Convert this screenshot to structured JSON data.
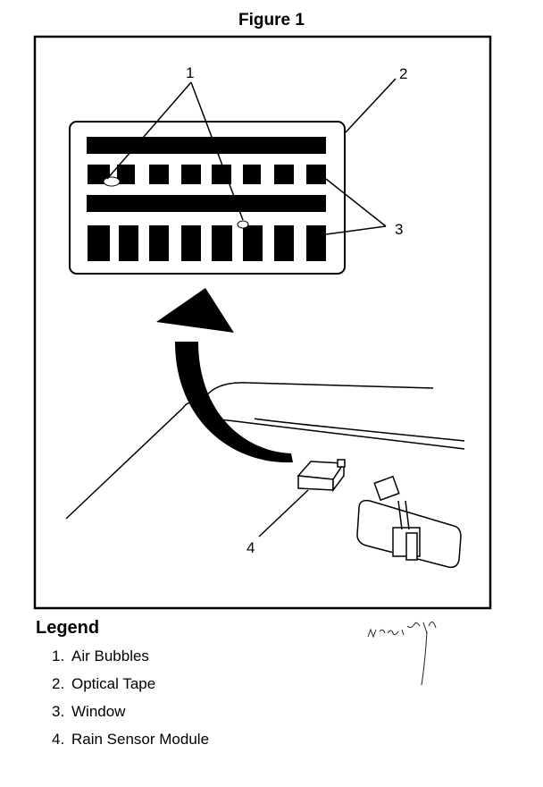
{
  "figure": {
    "title": "Figure 1",
    "callouts": [
      "1",
      "2",
      "3",
      "4"
    ]
  },
  "legend": {
    "title": "Legend",
    "items": [
      {
        "number": "1.",
        "label": "Air Bubbles"
      },
      {
        "number": "2.",
        "label": "Optical Tape"
      },
      {
        "number": "3.",
        "label": "Window"
      },
      {
        "number": "4.",
        "label": "Rain Sensor Module"
      }
    ]
  },
  "annotation": {
    "handwriting": "M Smith",
    "type": "handwritten-signature"
  }
}
